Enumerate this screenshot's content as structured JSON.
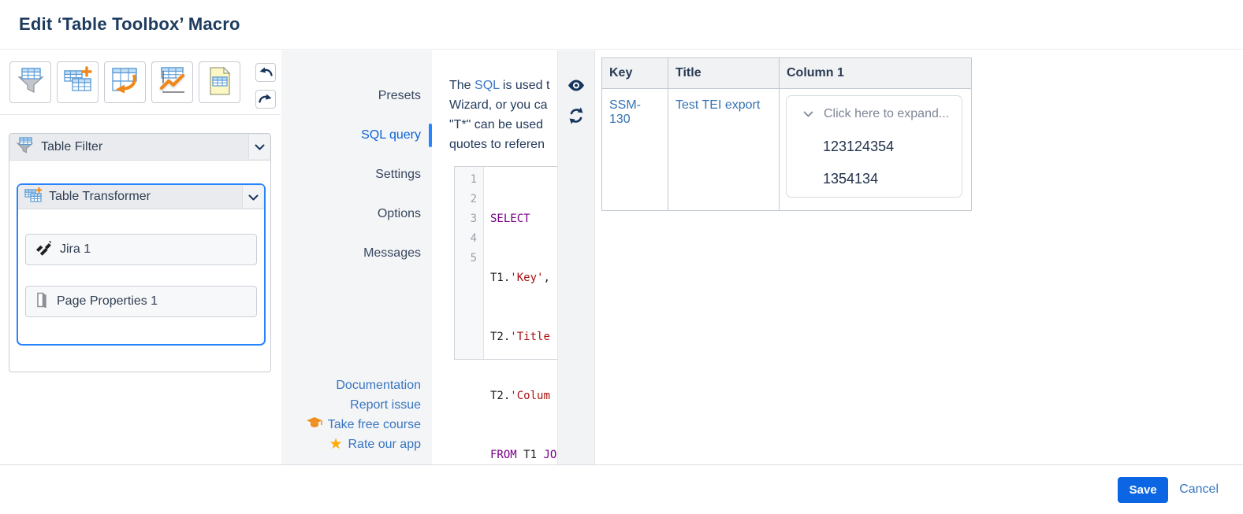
{
  "dialog": {
    "title": "Edit ‘Table Toolbox’ Macro"
  },
  "toolbar": {
    "icons": [
      "table-filter",
      "table-transformer-add",
      "pivot-table",
      "chart-from-table",
      "table-excerpt",
      "undo",
      "redo"
    ]
  },
  "left_panel": {
    "filter_title": "Table Filter",
    "transformer_title": "Table Transformer",
    "sources": [
      {
        "label": "Jira 1",
        "icon": "jira-icon"
      },
      {
        "label": "Page Properties 1",
        "icon": "page-properties-icon"
      }
    ]
  },
  "nav": {
    "items": [
      {
        "label": "Presets",
        "active": false
      },
      {
        "label": "SQL query",
        "active": true
      },
      {
        "label": "Settings",
        "active": false
      },
      {
        "label": "Options",
        "active": false
      },
      {
        "label": "Messages",
        "active": false
      }
    ],
    "links": [
      {
        "label": "Documentation",
        "icon": ""
      },
      {
        "label": "Report issue",
        "icon": ""
      },
      {
        "label": "Take free course",
        "icon": "graduation-cap-icon"
      },
      {
        "label": "Rate our app",
        "icon": "star-icon"
      }
    ]
  },
  "sql_panel": {
    "description": {
      "line1_pre": "The ",
      "line1_link": "SQL",
      "line1_post": " is used t",
      "line2": "Wizard, or you ca",
      "line3": "\"T*\" can be used",
      "line4": "quotes to referen"
    },
    "code_lines": [
      {
        "num": "1",
        "s0": "SELECT"
      },
      {
        "num": "2",
        "s0": "T1.",
        "s1": "'Key'",
        "s2": ","
      },
      {
        "num": "3",
        "s0": "T2.",
        "s1": "'Title"
      },
      {
        "num": "4",
        "s0": "T2.",
        "s1": "'Colum"
      },
      {
        "num": "5",
        "s0": "FROM",
        "s1": " T1 ",
        "s2": "JO"
      }
    ],
    "actions": [
      "preview-eye",
      "refresh"
    ]
  },
  "preview_table": {
    "columns": [
      "Key",
      "Title",
      "Column 1"
    ],
    "row": {
      "key": "SSM-130",
      "title": "Test TEI export",
      "expand_label": "Click here to expand...",
      "values": [
        "123124354",
        "1354134"
      ]
    }
  },
  "footer": {
    "save": "Save",
    "cancel": "Cancel"
  },
  "colors": {
    "accent_blue": "#0b63d8",
    "selection_border": "#2684ff",
    "save_button": "#0c66e4",
    "link_blue": "#3572b0",
    "sql_keyword": "#770088",
    "sql_string": "#aa1111",
    "icon_navy": "#17345c",
    "brand_orange": "#f0871a",
    "star_yellow": "#ffab00"
  }
}
